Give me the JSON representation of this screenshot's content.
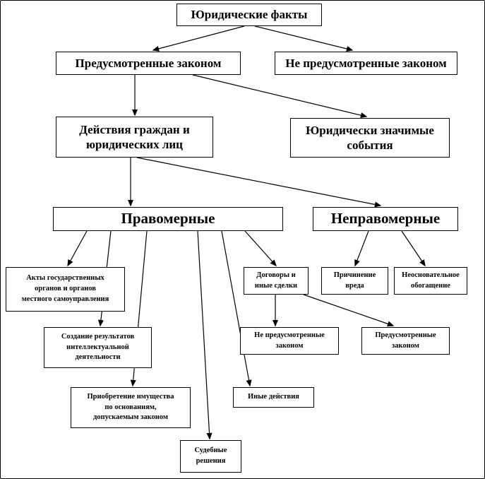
{
  "diagram": {
    "title": "Юридические факты",
    "nodes": {
      "legal_facts": "Юридические факты",
      "provided_by_law": "Предусмотренные законом",
      "not_provided_by_law": "Не предусмотренные законом",
      "citizens_actions": "Действия граждан и\nюридических лиц",
      "legal_events": "Юридически значимые\nсобытия",
      "lawful": "Правомерные",
      "unlawful": "Неправомерные",
      "state_acts": "Акты государственных\nорганов и органов\nместного самоуправления",
      "contracts": "Договоры и\nиные сделки",
      "causing_harm": "Причинение\nвреда",
      "unjust_enrichment": "Неосновательное\nобогащение",
      "intellectual_results": "Создание результатов\nинтеллектуальной\nдеятельности",
      "deals_not_provided": "Не предусмотренные\nзаконом",
      "deals_provided": "Предусмотренные\nзаконом",
      "property_acquisition": "Приобретение имущества\nпо основаниям,\nдопускаемым законом",
      "other_actions": "Иные действия",
      "court_decisions": "Судебные\nрешения"
    },
    "edges": [
      [
        "legal_facts",
        "provided_by_law"
      ],
      [
        "legal_facts",
        "not_provided_by_law"
      ],
      [
        "provided_by_law",
        "citizens_actions"
      ],
      [
        "provided_by_law",
        "legal_events"
      ],
      [
        "citizens_actions",
        "lawful"
      ],
      [
        "citizens_actions",
        "unlawful"
      ],
      [
        "lawful",
        "state_acts"
      ],
      [
        "lawful",
        "intellectual_results"
      ],
      [
        "lawful",
        "property_acquisition"
      ],
      [
        "lawful",
        "court_decisions"
      ],
      [
        "lawful",
        "other_actions"
      ],
      [
        "lawful",
        "contracts"
      ],
      [
        "unlawful",
        "causing_harm"
      ],
      [
        "unlawful",
        "unjust_enrichment"
      ],
      [
        "contracts",
        "deals_not_provided"
      ],
      [
        "contracts",
        "deals_provided"
      ]
    ]
  }
}
